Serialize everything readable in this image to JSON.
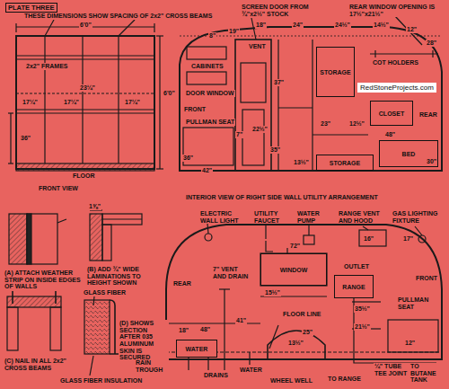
{
  "diagram": {
    "title": "PLATE THREE",
    "nodes": [
      {
        "text": [
          "STORAGE"
        ]
      },
      {
        "text": [
          "CLOSET"
        ]
      },
      {
        "text": [
          "BED"
        ]
      },
      {
        "text": [
          "STORAGE"
        ]
      },
      {
        "text": [
          "RedStoneProjects.com"
        ]
      },
      {
        "text": [
          "WINDOW"
        ]
      },
      {
        "text": [
          "RANGE"
        ]
      },
      {
        "text": [
          "WATER"
        ]
      }
    ],
    "labels": [
      "THESE DIMENSIONS SHOW SPACING OF 2x2\" CROSS BEAMS",
      "6'0\"",
      "2x2\" FRAMES",
      "23¼\"",
      "17¼\"",
      "17¼\"",
      "17¼\"",
      "6'0\"",
      "36\"",
      "FLOOR",
      "FRONT VIEW",
      "SCREEN DOOR FROM ¾\"x2½\" STOCK",
      "REAR WINDOW OPENING IS 17½\"x21½\"",
      "8\"",
      "19\"",
      "18\"",
      "24\"",
      "24½\"",
      "14½\"",
      "12\"",
      "28\"",
      "VENT",
      "CABINETS",
      "DOOR WINDOW",
      "37\"",
      "COT HOLDERS",
      "FRONT",
      "PULLMAN SEAT",
      "42\"",
      "7\"",
      "22½\"",
      "35\"",
      "23\"",
      "12½\"",
      "REAR",
      "48\"",
      "13½\"",
      "36\"",
      "30\"",
      "INTERIOR VIEW OF RIGHT SIDE WALL UTILITY ARRANGEMENT",
      "ELECTRIC WALL LIGHT",
      "UTILITY FAUCET",
      "WATER PUMP",
      "RANGE VENT AND HOOD",
      "GAS LIGHTING FIXTURE",
      "16\"",
      "17\"",
      "72\"",
      "OUTLET",
      "REAR",
      "7\" VENT AND DRAIN",
      "15½\"",
      "41\"",
      "35½\"",
      "21½\"",
      "PULLMAN SEAT",
      "FRONT",
      "48\"",
      "FLOOR LINE",
      "25\"",
      "13½\"",
      "18\"",
      "12\"",
      "DRAINS",
      "WATER",
      "WHEEL WELL",
      "TO RANGE",
      "¼\" TUBE TEE JOINT",
      "TO BUTANE TANK",
      "1⅝\"",
      "(A) ATTACH WEATHER STRIP ON INSIDE EDGES OF WALLS",
      "(B) ADD ¾\" WIDE LAMINATIONS TO HEIGHT SHOWN",
      "(C) NAIL IN ALL 2x2\" CROSS BEAMS",
      "GLASS FIBER",
      "(D) SHOWS SECTION AFTER 035 ALUMINUM SKIN IS SECURED",
      "RAIN TROUGH",
      "GLASS FIBER INSULATION"
    ]
  }
}
